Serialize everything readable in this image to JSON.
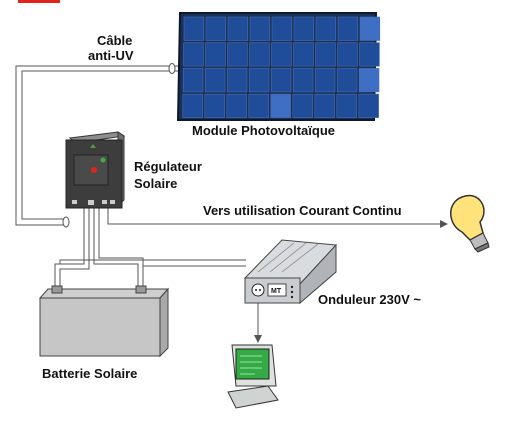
{
  "labels": {
    "cable_line1": "Câble",
    "cable_line2": "anti-UV",
    "module": "Module Photovoltaïque",
    "regulator_line1": "Régulateur",
    "regulator_line2": "Solaire",
    "dc_usage": "Vers utilisation Courant Continu",
    "inverter": "Onduleur 230V ~",
    "battery": "Batterie Solaire",
    "inverter_badge": "MT"
  },
  "icons": {
    "panel": "solar-panel-icon",
    "regulator": "charge-regulator-icon",
    "battery": "battery-icon",
    "inverter": "inverter-icon",
    "computer": "computer-icon",
    "bulb": "light-bulb-icon"
  },
  "colors": {
    "panel_frame": "#1b2f57",
    "panel_cell": "#1f4d9a",
    "panel_cell_light": "#3f6fc4",
    "metal": "#c9cdd1",
    "dark_box": "#3d3d3d",
    "bulb": "#ffe37a",
    "screen": "#33aa44",
    "accent_red": "#e0241b"
  }
}
